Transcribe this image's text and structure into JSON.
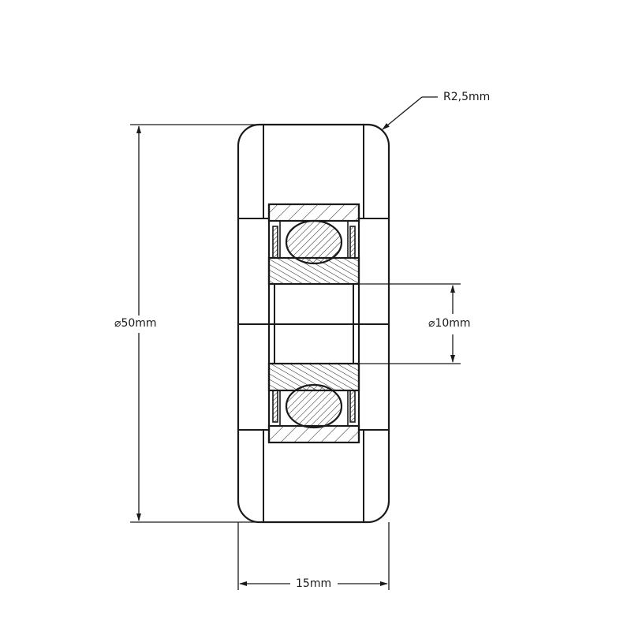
{
  "drawing": {
    "type": "technical cross-section",
    "subject": "roller wheel with ball bearing",
    "line_color": "#1a1a1a",
    "background": "#ffffff"
  },
  "dimensions": {
    "radius": {
      "label": "R2,5mm"
    },
    "outer_diameter": {
      "symbol": "⌀",
      "label": "50mm"
    },
    "bore_diameter": {
      "symbol": "⌀",
      "label": "10mm"
    },
    "width": {
      "label": "15mm"
    }
  }
}
